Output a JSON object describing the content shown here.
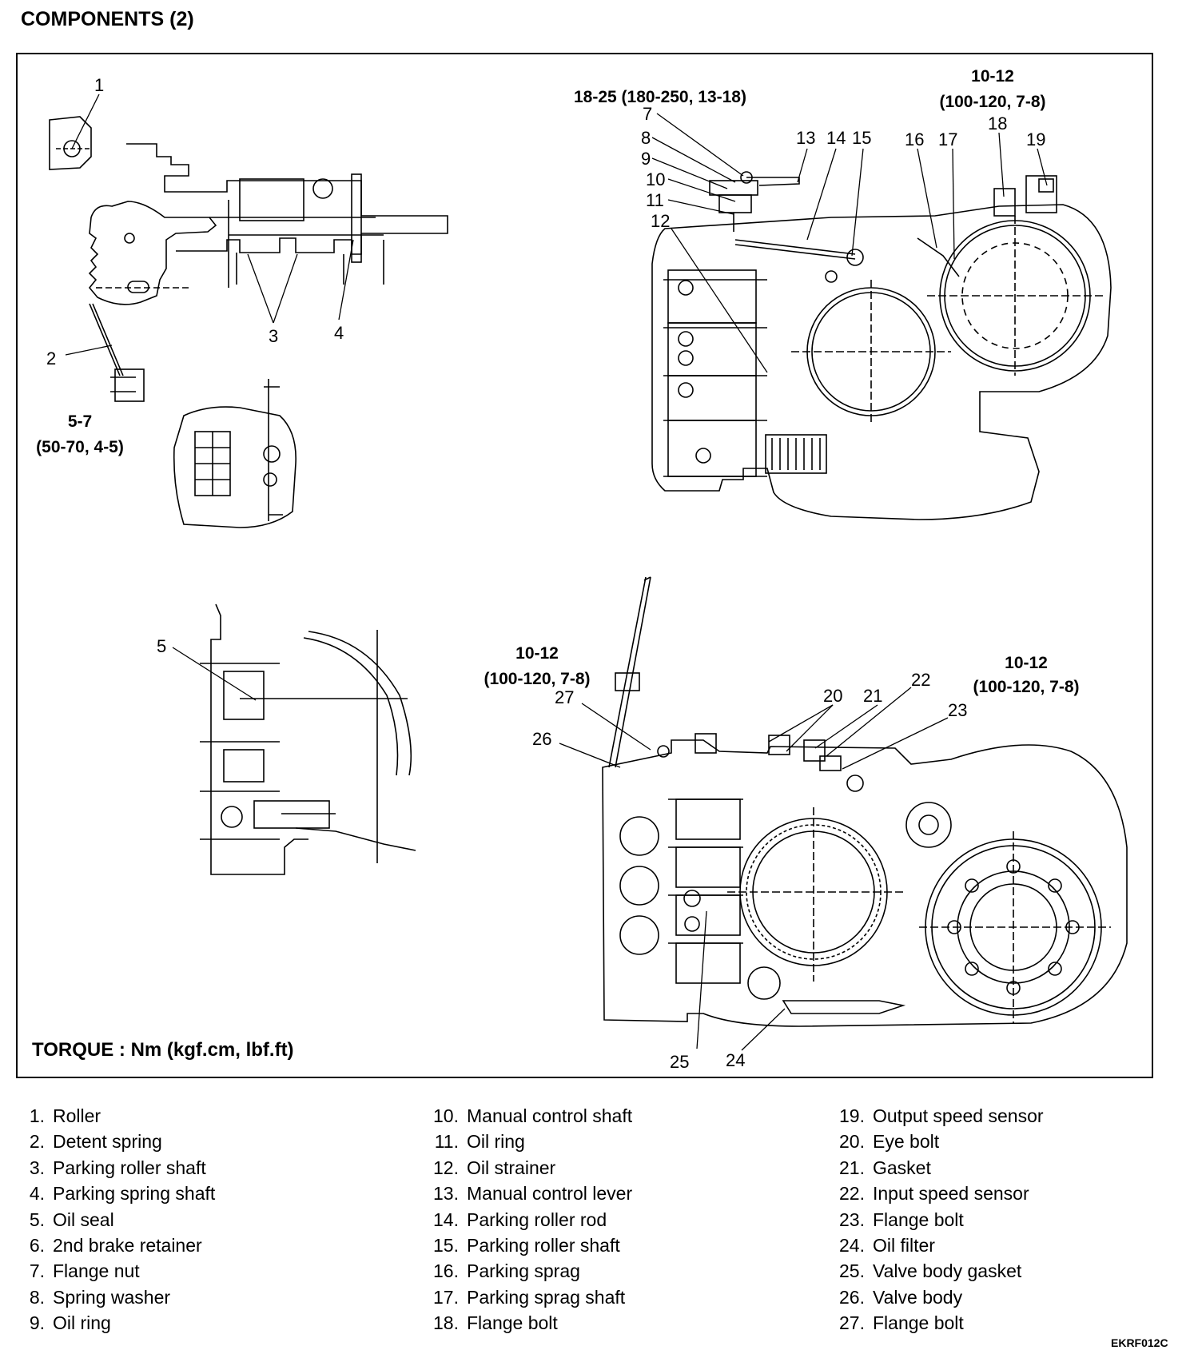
{
  "title": "COMPONENTS (2)",
  "torque_note": "TORQUE : Nm (kgf.cm, lbf.ft)",
  "figure_code": "EKRF012C",
  "callouts": {
    "n1": "1",
    "n2": "2",
    "n3": "3",
    "n4": "4",
    "n5": "5",
    "n7": "7",
    "n8": "8",
    "n9": "9",
    "n10": "10",
    "n11": "11",
    "n12": "12",
    "n13": "13",
    "n14": "14",
    "n15": "15",
    "n16": "16",
    "n17": "17",
    "n18": "18",
    "n19": "19",
    "n20": "20",
    "n21": "21",
    "n22": "22",
    "n23": "23",
    "n24": "24",
    "n25": "25",
    "n26": "26",
    "n27": "27"
  },
  "torques": {
    "t_5_7_a": "5-7",
    "t_5_7_b": "(50-70, 4-5)",
    "t_18_25": "18-25 (180-250, 13-18)",
    "t_top_a": "10-12",
    "t_top_b": "(100-120, 7-8)",
    "t_mid_a": "10-12",
    "t_mid_b": "(100-120, 7-8)",
    "t_right_a": "10-12",
    "t_right_b": "(100-120, 7-8)"
  },
  "legend": {
    "col1": [
      {
        "num": "1.",
        "label": "Roller"
      },
      {
        "num": "2.",
        "label": "Detent spring"
      },
      {
        "num": "3.",
        "label": "Parking roller shaft"
      },
      {
        "num": "4.",
        "label": "Parking spring shaft"
      },
      {
        "num": "5.",
        "label": "Oil seal"
      },
      {
        "num": "6.",
        "label": "2nd brake retainer"
      },
      {
        "num": "7.",
        "label": "Flange nut"
      },
      {
        "num": "8.",
        "label": "Spring washer"
      },
      {
        "num": "9.",
        "label": "Oil ring"
      }
    ],
    "col2": [
      {
        "num": "10.",
        "label": "Manual control shaft"
      },
      {
        "num": "11.",
        "label": "Oil ring"
      },
      {
        "num": "12.",
        "label": "Oil strainer"
      },
      {
        "num": "13.",
        "label": "Manual control lever"
      },
      {
        "num": "14.",
        "label": "Parking roller rod"
      },
      {
        "num": "15.",
        "label": "Parking roller shaft"
      },
      {
        "num": "16.",
        "label": "Parking sprag"
      },
      {
        "num": "17.",
        "label": "Parking sprag shaft"
      },
      {
        "num": "18.",
        "label": "Flange bolt"
      }
    ],
    "col3": [
      {
        "num": "19.",
        "label": "Output speed sensor"
      },
      {
        "num": "20.",
        "label": "Eye bolt"
      },
      {
        "num": "21.",
        "label": "Gasket"
      },
      {
        "num": "22.",
        "label": "Input speed sensor"
      },
      {
        "num": "23.",
        "label": "Flange bolt"
      },
      {
        "num": "24.",
        "label": "Oil filter"
      },
      {
        "num": "25.",
        "label": "Valve body gasket"
      },
      {
        "num": "26.",
        "label": "Valve body"
      },
      {
        "num": "27.",
        "label": "Flange bolt"
      }
    ]
  }
}
